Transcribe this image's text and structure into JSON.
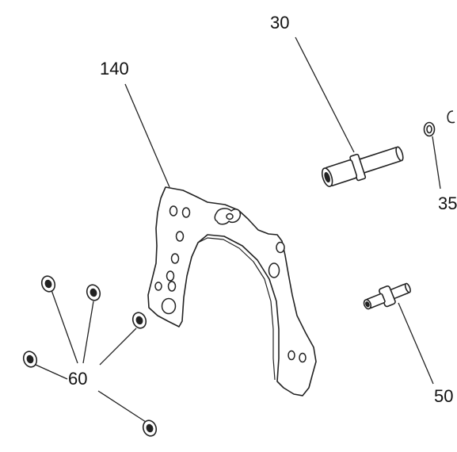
{
  "diagram": {
    "callouts": {
      "shaft": "30",
      "plate": "140",
      "seal": "35",
      "washers": "60",
      "pin": "50"
    }
  }
}
